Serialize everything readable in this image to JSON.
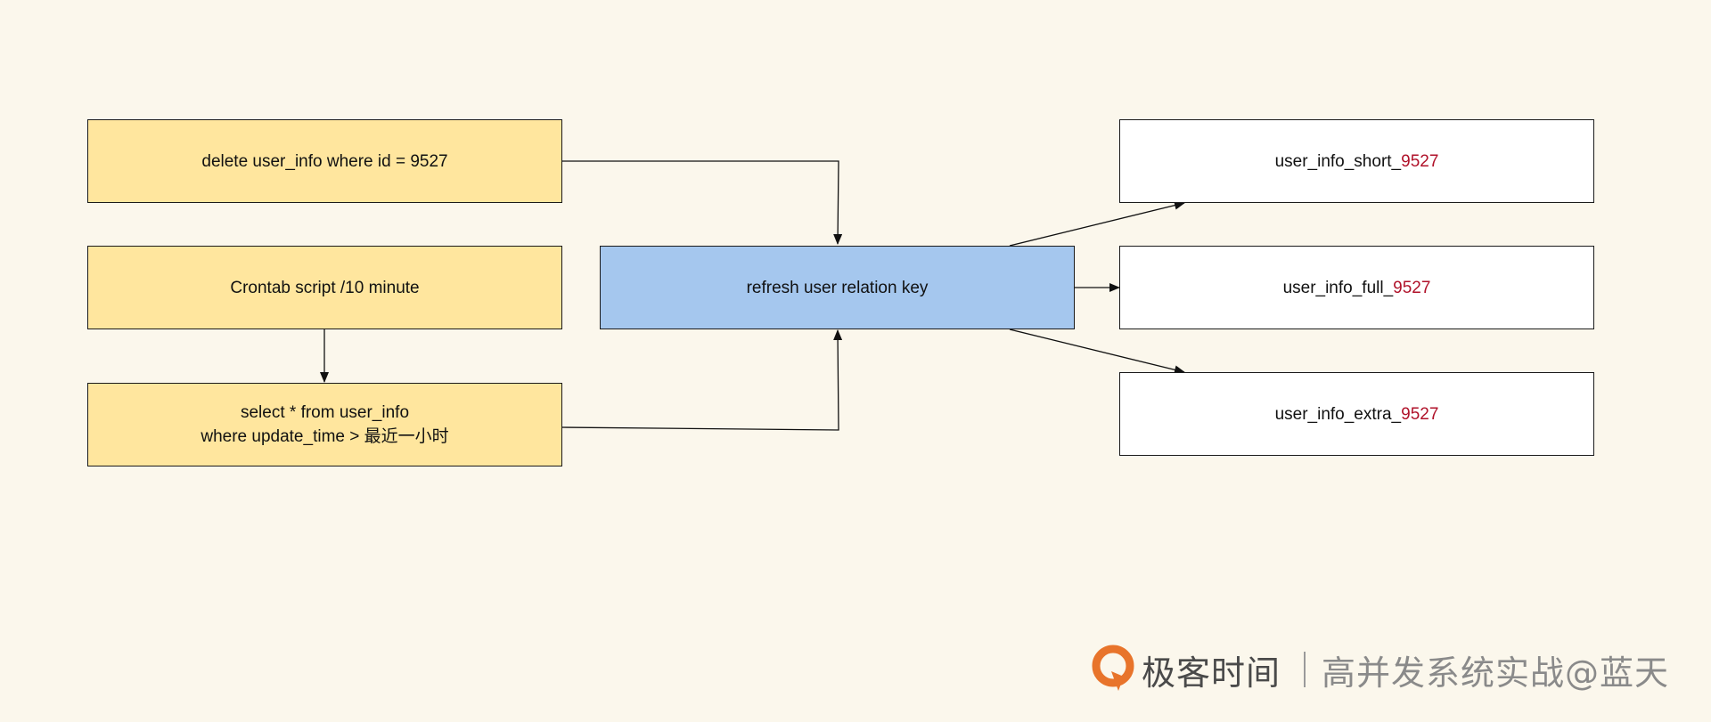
{
  "nodes": {
    "delete_box": {
      "text": "delete user_info where id = 9527"
    },
    "crontab_box": {
      "text": "Crontab script /10 minute"
    },
    "select_box": {
      "line1": "select * from user_info",
      "line2": "where update_time > 最近一小时"
    },
    "refresh_box": {
      "text": "refresh user relation key"
    },
    "short_box": {
      "prefix": "user_info_short_",
      "id": "9527"
    },
    "full_box": {
      "prefix": "user_info_full_",
      "id": "9527"
    },
    "extra_box": {
      "prefix": "user_info_extra_",
      "id": "9527"
    }
  },
  "footer": {
    "brand": "极客时间",
    "course": "高并发系统实战@蓝天"
  },
  "colors": {
    "background": "#fbf7ec",
    "source_fill": "#ffe69e",
    "process_fill": "#a5c7ee",
    "target_fill": "#ffffff",
    "id_highlight": "#b0122a",
    "logo_orange": "#e8742b"
  },
  "edges": [
    {
      "from": "delete_box",
      "to": "refresh_box"
    },
    {
      "from": "crontab_box",
      "to": "select_box"
    },
    {
      "from": "select_box",
      "to": "refresh_box"
    },
    {
      "from": "refresh_box",
      "to": "short_box"
    },
    {
      "from": "refresh_box",
      "to": "full_box"
    },
    {
      "from": "refresh_box",
      "to": "extra_box"
    }
  ]
}
